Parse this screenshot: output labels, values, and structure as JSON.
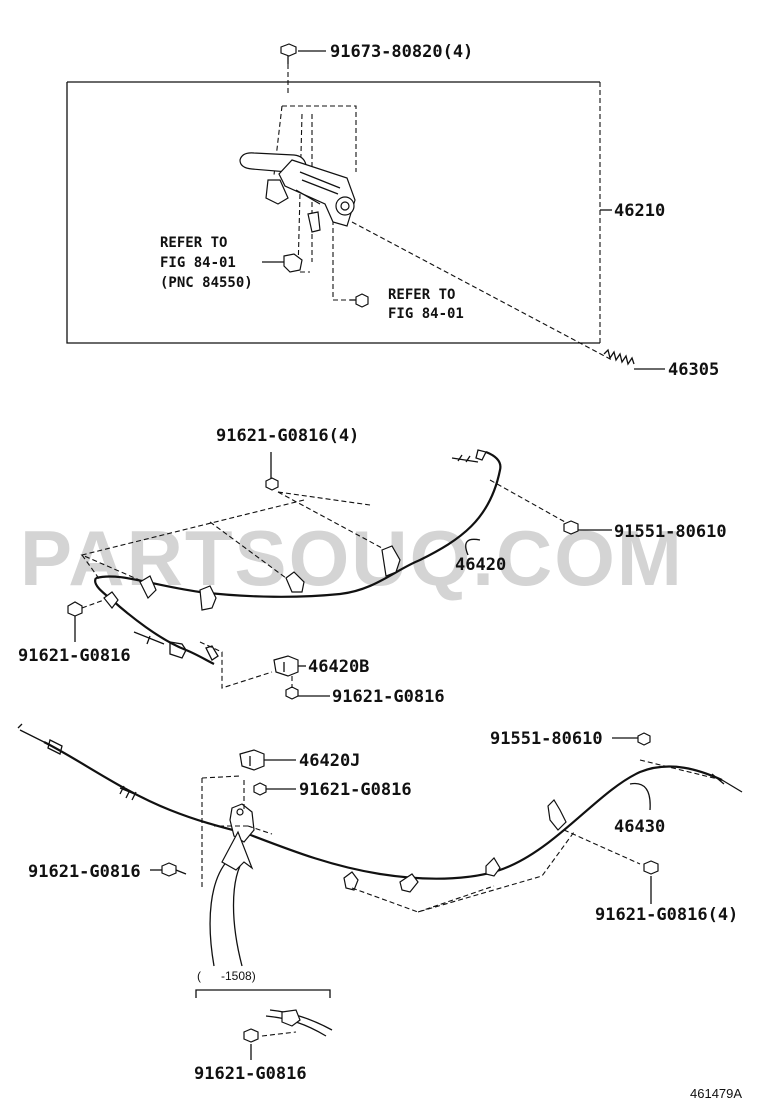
{
  "watermark": "PARTSOUQ.COM",
  "figure_id": "461479A",
  "labels": {
    "p_91673": "91673-80820(4)",
    "p_46210": "46210",
    "refer_to_1": "REFER TO",
    "fig_1": "FIG 84-01",
    "pnc_1": "(PNC 84550)",
    "refer_to_2": "REFER TO",
    "fig_2": "FIG 84-01",
    "p_46305": "46305",
    "p_91621_a": "91621-G0816(4)",
    "p_91551_a": "91551-80610",
    "p_46420": "46420",
    "p_91621_b": "91621-G0816",
    "p_46420B": "46420B",
    "p_91621_c": "91621-G0816",
    "p_91551_b": "91551-80610",
    "p_46420J": "46420J",
    "p_91621_d": "91621-G0816",
    "p_46430": "46430",
    "p_91621_e": "91621-G0816",
    "p_91621_f": "91621-G0816(4)",
    "date_range": "(      -1508)",
    "p_91621_g": "91621-G0816"
  }
}
